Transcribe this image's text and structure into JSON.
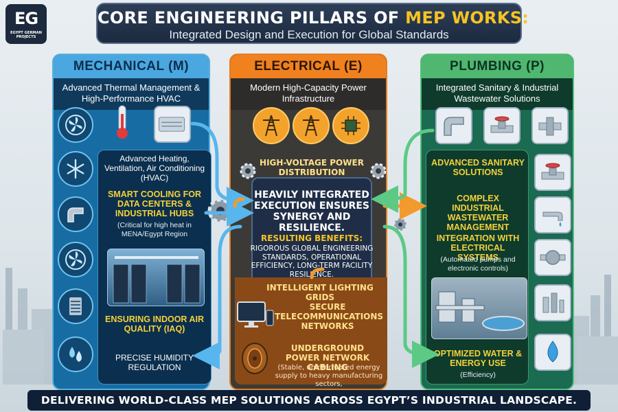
{
  "logo": {
    "mark": "EG",
    "text": "EGYPT GERMAN PROJECTS"
  },
  "header": {
    "title_main": "CORE ENGINEERING PILLARS OF ",
    "title_highlight": "MEP WORKS:",
    "subtitle": "Integrated Design and Execution for Global Standards"
  },
  "mechanical": {
    "heading": "MECHANICAL (M)",
    "subtitle": "Advanced Thermal Management & High-Performance HVAC",
    "items": {
      "hvac": "Advanced Heating, Ventilation, Air Conditioning (HVAC)",
      "cooling": "SMART COOLING FOR DATA CENTERS & INDUSTRIAL HUBS",
      "cooling_note": "(Critical for high heat in MENA/Egypt Region",
      "iaq": "ENSURING INDOOR AIR QUALITY (IAQ)",
      "humidity": "PRECISE HUMIDITY REGULATION"
    },
    "icons": [
      "fan-icon",
      "thermometer-icon",
      "ac-unit-icon",
      "snowflake-icon",
      "duct-icon",
      "fan-icon",
      "server-rack-icon",
      "water-drops-icon"
    ]
  },
  "electrical": {
    "heading": "ELECTRICAL (E)",
    "subtitle": "Modern High-Capacity Power Infrastructure",
    "items": {
      "hv": "HIGH-VOLTAGE POWER DISTRIBUTION",
      "lighting": "INTELLIGENT LIGHTING GRIDS",
      "telecom": "SECURE TELECOMMUNICATIONS NETWORKS",
      "cabling": "UNDERGROUND POWER NETWORK CABLING",
      "cabling_note": "(Stable, uninterrupted energy supply to heavy manufacturing sectors,"
    },
    "icons": [
      "power-tower-icon",
      "power-tower-icon",
      "circuit-chip-icon"
    ]
  },
  "center": {
    "main": "HEAVILY INTEGRATED EXECUTION ENSURES SYNERGY AND RESILIENCE.",
    "benefits_heading": "RESULTING BENEFITS:",
    "benefits_text": "RIGOROUS GLOBAL ENGINEERING STANDARDS, OPERATIONAL EFFICIENCY, LONG-TERM FACILITY RESILIENCE."
  },
  "plumbing": {
    "heading": "PLUMBING (P)",
    "subtitle": "Integrated Sanitary & Industrial Wastewater Solutions",
    "items": {
      "sanitary": "ADVANCED SANITARY SOLUTIONS",
      "wastewater": "COMPLEX INDUSTRIAL WASTEWATER MANAGEMENT",
      "integration": "INTEGRATION WITH ELECTRICAL SYSTEMS",
      "integration_note": "(Automated pumps and electronic controls)",
      "water": "OPTIMIZED WATER & ENERGY USE",
      "water_note": "(Efficiency)"
    },
    "icons": [
      "pipe-elbow-icon",
      "valve-icon",
      "pipe-fitting-icon",
      "valve-icon",
      "water-tap-icon",
      "water-wave-icon",
      "pump-icon",
      "water-treatment-icon",
      "water-drop-icon"
    ]
  },
  "footer": "DELIVERING WORLD-CLASS MEP SOLUTIONS ACROSS EGYPT’S INDUSTRIAL LANDSCAPE.",
  "colors": {
    "mechanical": "#176da3",
    "electrical": "#f0811e",
    "plumbing": "#4fb76f",
    "highlight": "#f6c324",
    "navy": "#1c2a3f"
  }
}
